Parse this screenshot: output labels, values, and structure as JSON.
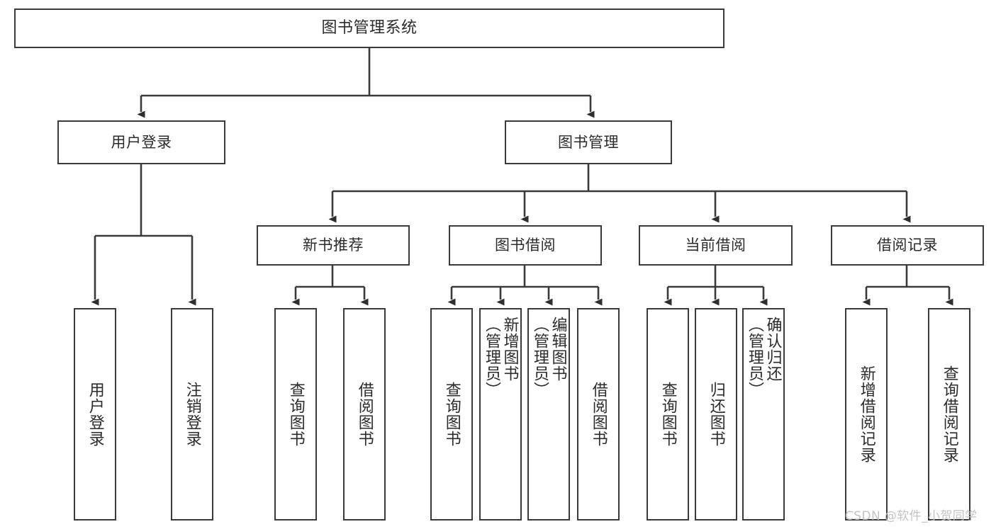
{
  "diagram": {
    "title": "图书管理系统",
    "type": "functional-decomposition-tree",
    "watermark": "CSDN @软件_小贺同学",
    "colors": {
      "background": "#ffffff",
      "box_border": "#3a3a3a",
      "text": "#2b2b2b",
      "connector": "#3a3a3a",
      "watermark": "#c3c3c3"
    },
    "root": {
      "label": "图书管理系统"
    },
    "level2": [
      {
        "label": "用户登录"
      },
      {
        "label": "图书管理"
      }
    ],
    "level3": [
      {
        "label": "新书推荐"
      },
      {
        "label": "图书借阅"
      },
      {
        "label": "当前借阅"
      },
      {
        "label": "借阅记录"
      }
    ],
    "leaves": {
      "user_login": [
        {
          "label": "用户登录"
        },
        {
          "label": "注销登录"
        }
      ],
      "new_book_recommend": [
        {
          "label": "查询图书"
        },
        {
          "label": "借阅图书"
        }
      ],
      "book_borrow": [
        {
          "label": "查询图书"
        },
        {
          "label": "新增图书\n（管理员）"
        },
        {
          "label": "编辑图书\n（管理员）"
        },
        {
          "label": "借阅图书"
        }
      ],
      "current_borrow": [
        {
          "label": "查询图书"
        },
        {
          "label": "归还图书"
        },
        {
          "label": "确认归还\n（管理员）"
        }
      ],
      "borrow_record": [
        {
          "label": "新增借阅记录"
        },
        {
          "label": "查询借阅记录"
        }
      ]
    }
  }
}
